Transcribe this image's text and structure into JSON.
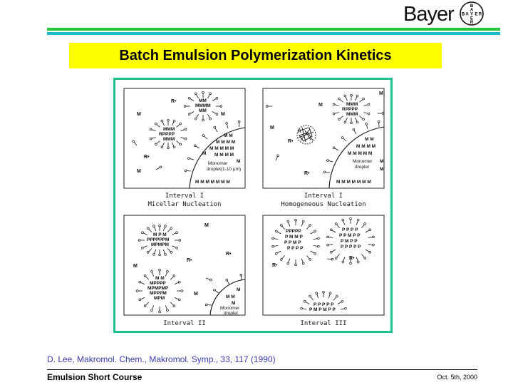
{
  "header": {
    "logo_text": "Bayer",
    "logo_cross_letters": "BAYER",
    "stripe_colors": {
      "green": "#22c83c",
      "cyan": "#1fb8cc"
    }
  },
  "title": {
    "text": "Batch Emulsion Polymerization Kinetics",
    "background": "#ffff00"
  },
  "figure": {
    "border_color": "#20c090",
    "panels": [
      {
        "id": "interval-1-micellar",
        "caption_line1": "Interval I",
        "caption_line2": "Micellar Nucleation",
        "droplet_label_1": "Monomer",
        "droplet_label_2": "droplet(1-10 µm)",
        "free_species": [
          "R•",
          "M",
          "M",
          "R•",
          "M"
        ],
        "micelles": [
          {
            "rows": [
              "MM",
              "MMMM",
              "MM"
            ],
            "type": "monomer-swollen micelle"
          },
          {
            "rows": [
              "MMM",
              "RPPPP",
              "MMM"
            ],
            "type": "nucleated micelle"
          }
        ],
        "droplet_rows": [
          "M M",
          "M M M M",
          "M M M M M M",
          "M M M M",
          "M",
          "M M M M M M M"
        ]
      },
      {
        "id": "interval-1-homogeneous",
        "caption_line1": "Interval I",
        "caption_line2": "Homogeneous Nucleation",
        "droplet_label_1": "Monomer",
        "droplet_label_2": "droplet",
        "free_species": [
          "M",
          "M",
          "M",
          "R•",
          "R•"
        ],
        "micelles": [
          {
            "rows": [
              "MMM",
              "RPPPP",
              "MMM"
            ],
            "type": "nucleated micelle"
          },
          {
            "rows": [
              "R"
            ],
            "type": "precipitated oligomer coil"
          }
        ],
        "droplet_rows": [
          "M M",
          "M M M M",
          "M M M M M",
          "M",
          "M",
          "M M M M M M M"
        ]
      },
      {
        "id": "interval-2",
        "caption_line1": "Interval II",
        "caption_line2": "",
        "droplet_label_1": "Monomer",
        "droplet_label_2": "droplet",
        "free_species": [
          "M",
          "R•",
          "R•",
          "M",
          "M"
        ],
        "particles": [
          {
            "rows": [
              "M P M",
              "PPPPPPM",
              "MPMPM"
            ]
          },
          {
            "rows": [
              "M M",
              "MPPPP",
              "MPMPMP",
              "MPPPM",
              "MPM"
            ]
          }
        ],
        "droplet_rows": [
          "M",
          "M M",
          "M"
        ]
      },
      {
        "id": "interval-3",
        "caption_line1": "Interval III",
        "caption_line2": "",
        "free_species": [
          "R•",
          "R•"
        ],
        "particles": [
          {
            "rows": [
              "PPPPP",
              "PMMP",
              "PPMP",
              "PPPP"
            ]
          },
          {
            "rows": [
              "PPPP",
              "PPMPP",
              "PMPP",
              "PPPPP"
            ]
          },
          {
            "rows": [
              "PPPPP",
              "PMPMPP"
            ]
          }
        ]
      }
    ]
  },
  "citation": "D. Lee, Makromol. Chem., Makromol. Symp., 33, 117 (1990)",
  "footer": {
    "left": "Emulsion Short Course",
    "right": "Oct. 5th, 2000"
  }
}
